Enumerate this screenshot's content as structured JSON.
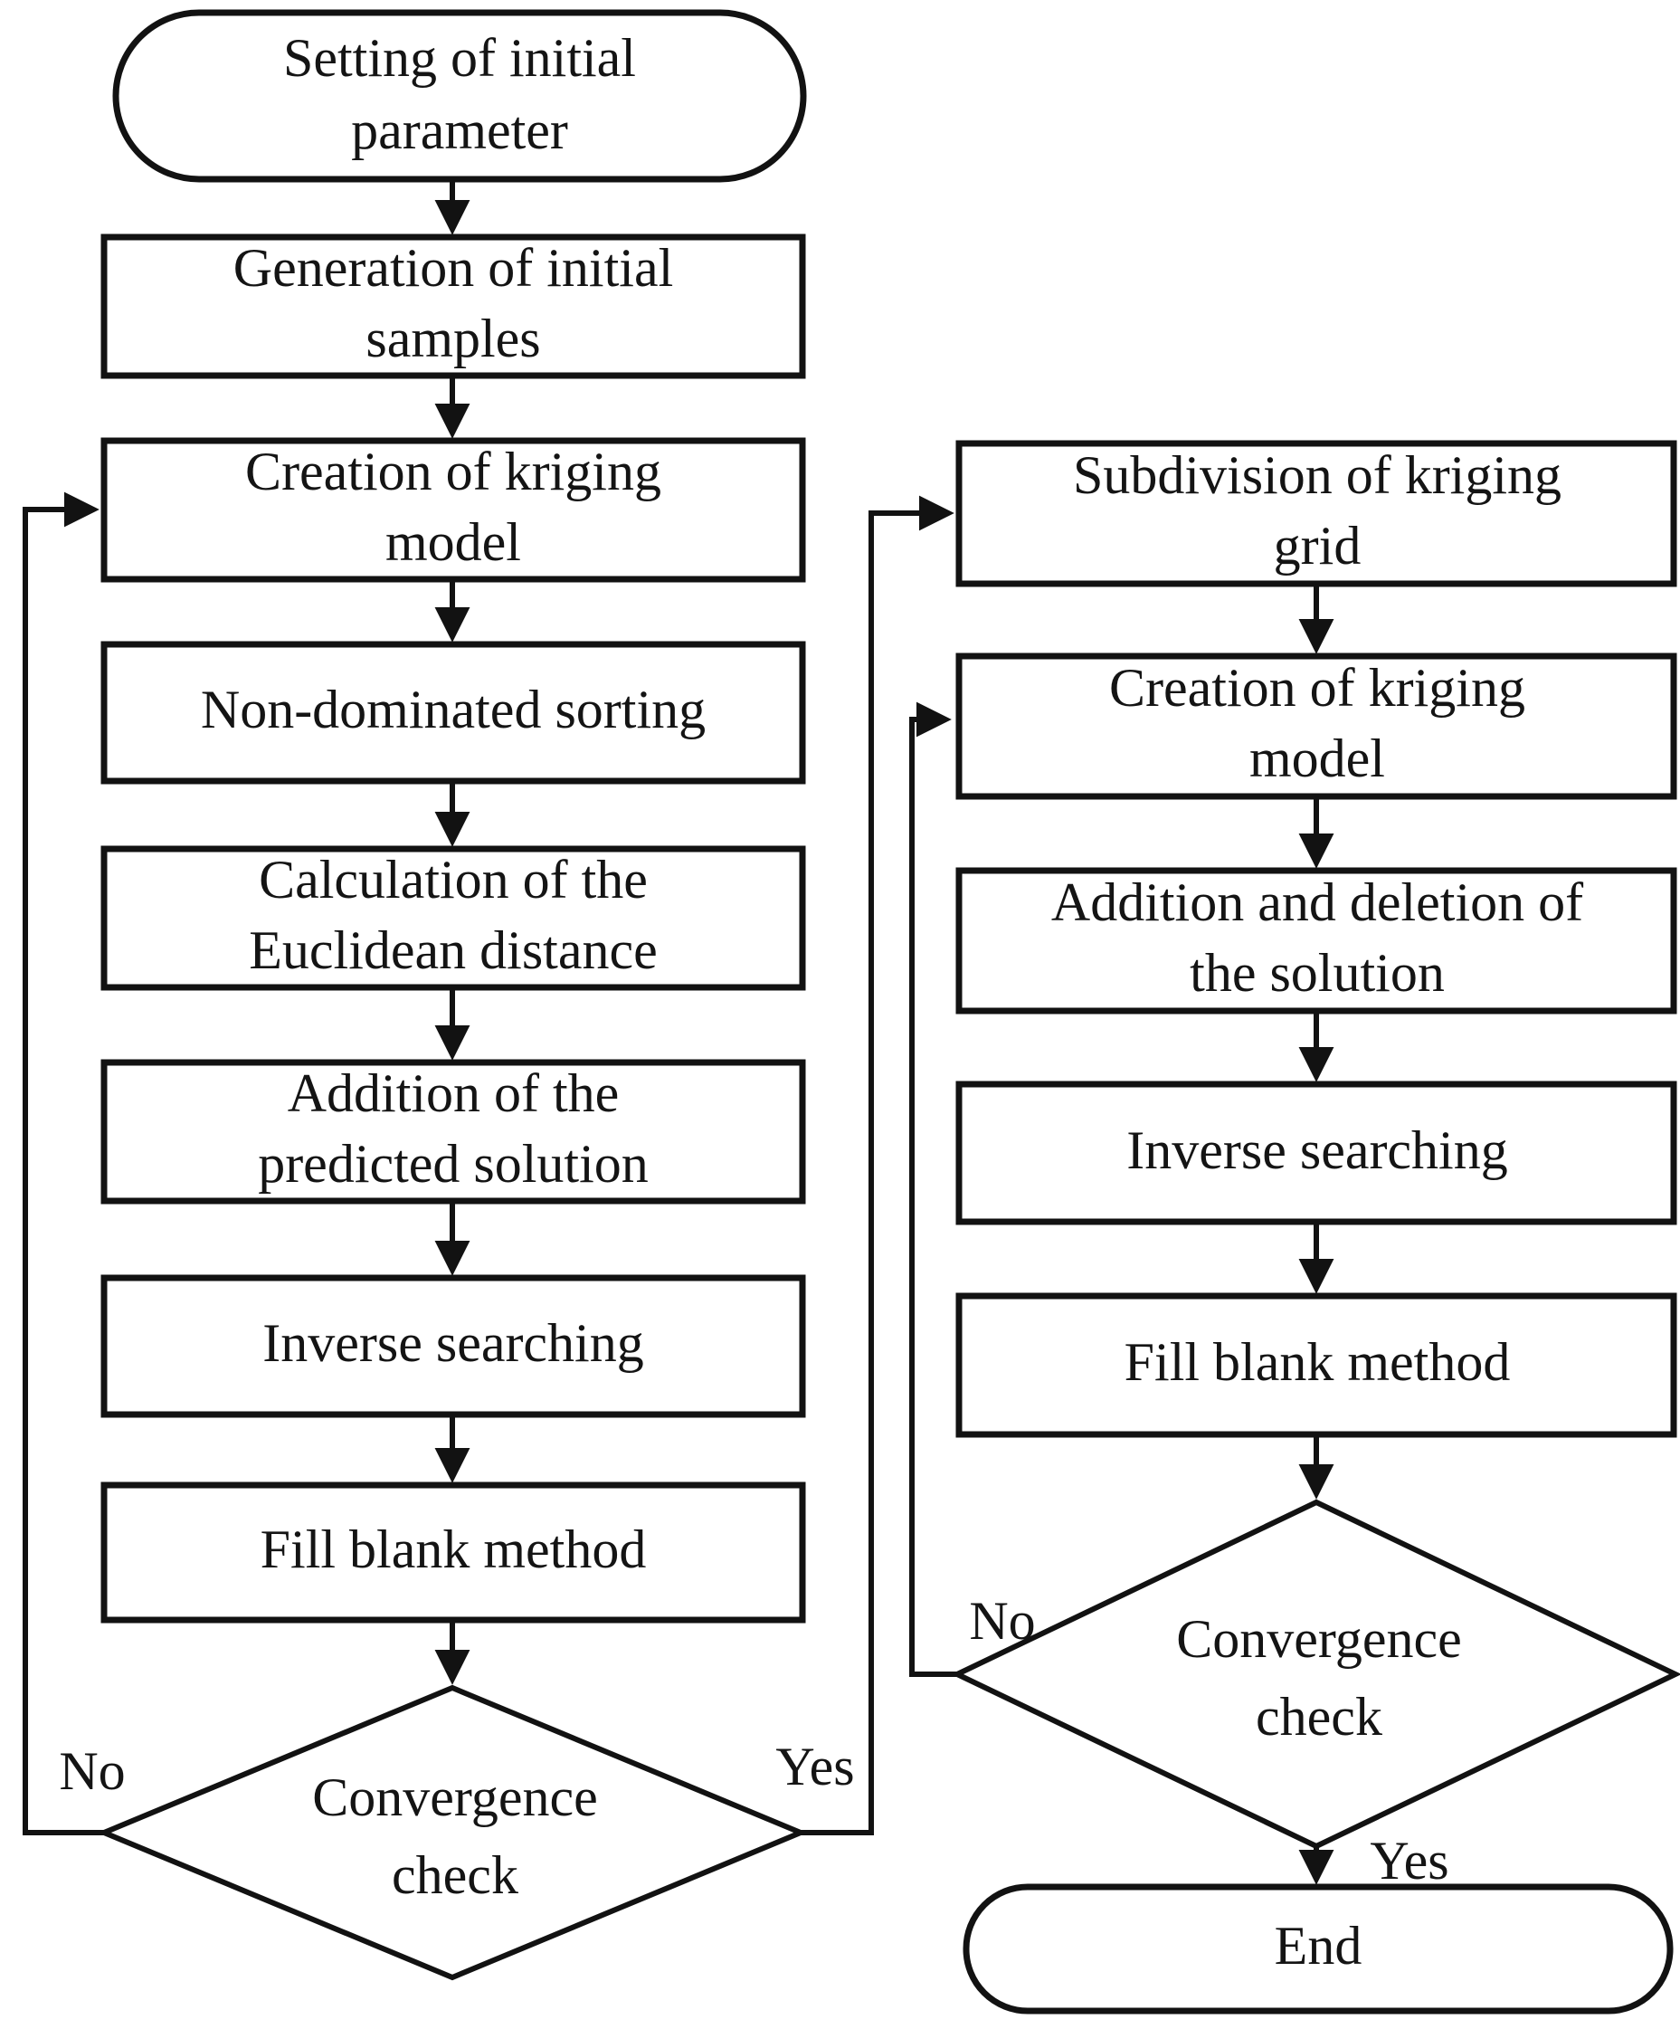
{
  "diagram": {
    "left": {
      "start": {
        "line1": "Setting of initial",
        "line2": "parameter"
      },
      "steps": [
        {
          "line1": "Generation of initial",
          "line2": "samples"
        },
        {
          "line1": "Creation of kriging",
          "line2": "model"
        },
        {
          "line1": "Non-dominated sorting"
        },
        {
          "line1": "Calculation of the",
          "line2": "Euclidean distance"
        },
        {
          "line1": "Addition of the",
          "line2": "predicted solution"
        },
        {
          "line1": "Inverse searching"
        },
        {
          "line1": "Fill blank method"
        }
      ],
      "decision": {
        "line1": "Convergence",
        "line2": "check"
      },
      "no_label": "No",
      "yes_label": "Yes"
    },
    "right": {
      "steps": [
        {
          "line1": "Subdivision of kriging",
          "line2": "grid"
        },
        {
          "line1": "Creation of kriging",
          "line2": "model"
        },
        {
          "line1": "Addition and deletion of",
          "line2": "the solution"
        },
        {
          "line1": "Inverse searching"
        },
        {
          "line1": "Fill blank method"
        }
      ],
      "decision": {
        "line1": "Convergence",
        "line2": "check"
      },
      "no_label": "No",
      "yes_label": "Yes",
      "end_label": "End"
    }
  }
}
